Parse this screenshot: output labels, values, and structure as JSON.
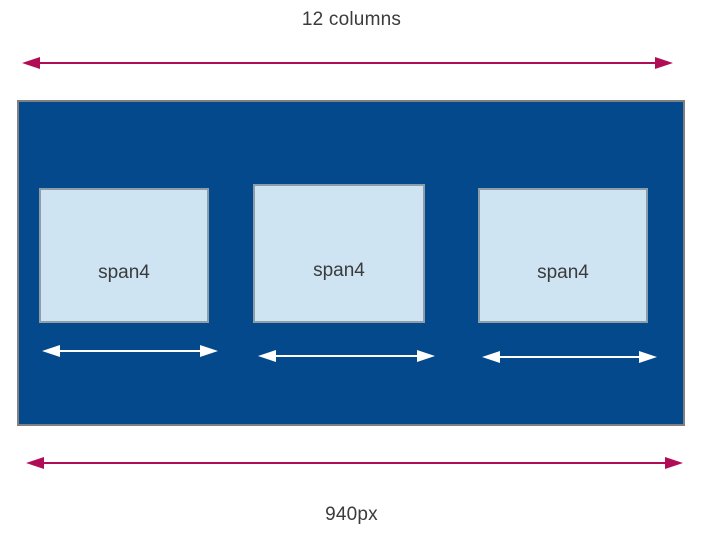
{
  "diagram": {
    "top_dimension": {
      "label": "12 columns"
    },
    "bottom_dimension": {
      "label": "940px"
    },
    "grid": {
      "columns": [
        {
          "label": "span4"
        },
        {
          "label": "span4"
        },
        {
          "label": "span4"
        }
      ]
    }
  },
  "colors": {
    "dimension_arrow": "#B00D56",
    "grid_background": "#04498C",
    "column_fill": "#CFE4F3",
    "column_border": "#8C9EA9",
    "grid_border": "#808080",
    "column_arrow": "#FFFFFF",
    "label_text": "#3B3B3B"
  }
}
